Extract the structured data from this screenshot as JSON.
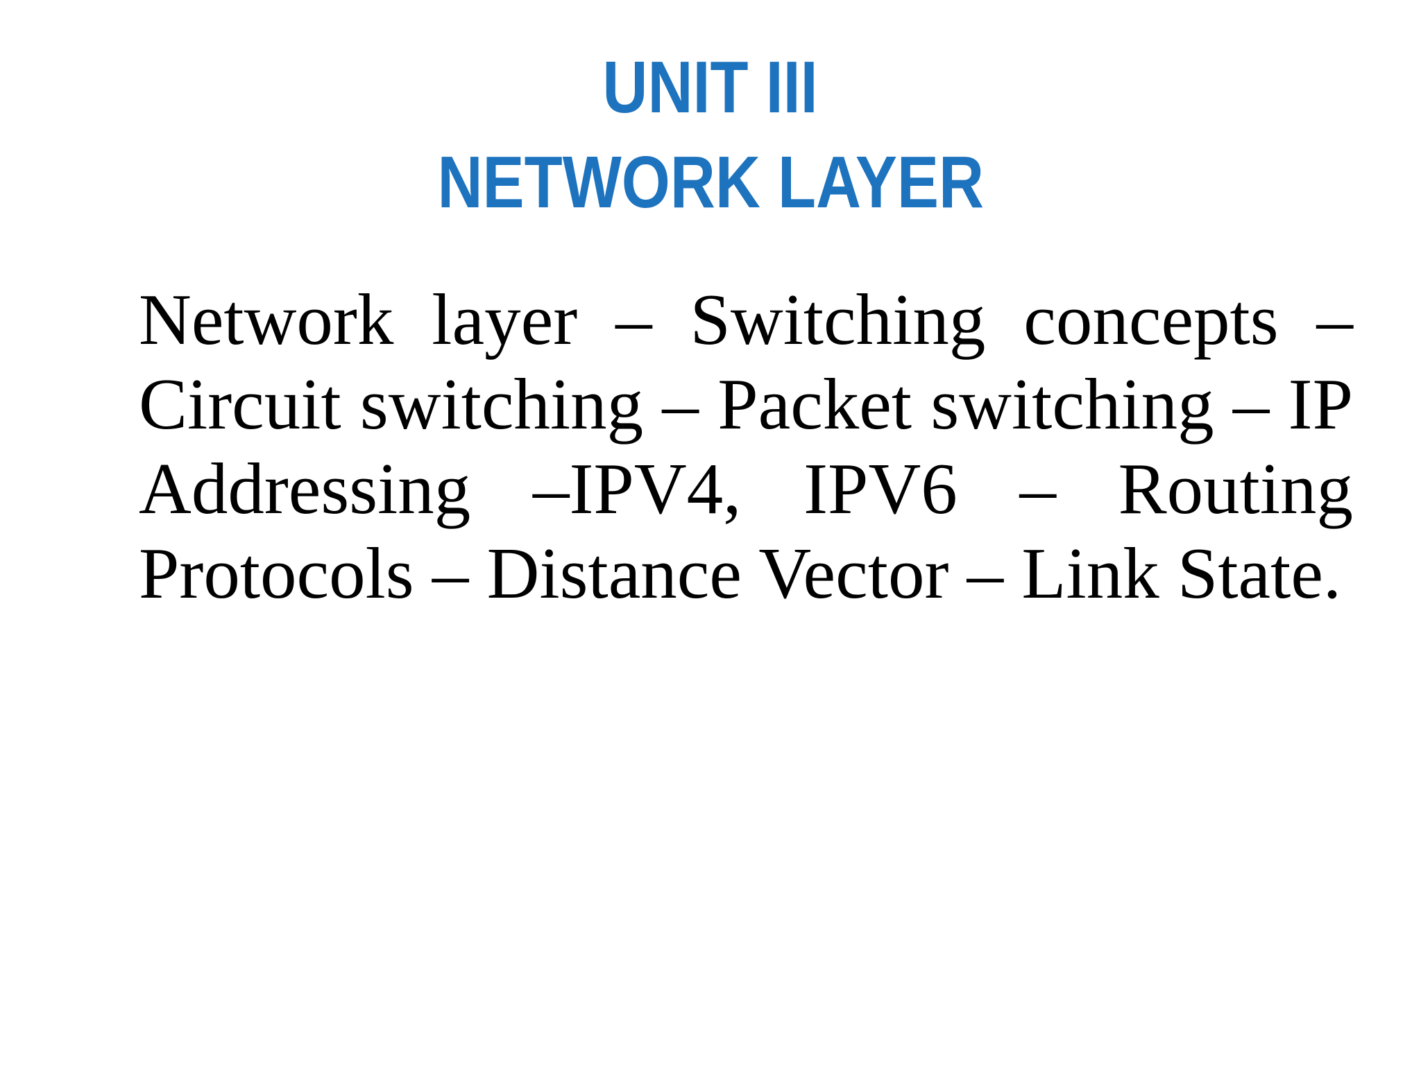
{
  "slide": {
    "title": {
      "line1": "UNIT III",
      "line2": "NETWORK LAYER",
      "color": "#1E73BE"
    },
    "body": {
      "lines": [
        "Network layer – Switching concepts –",
        "Circuit switching – Packet switching – IP",
        "Addressing –IPV4, IPV6 – Routing",
        "Protocols – Distance Vector – Link State."
      ],
      "color": "#000000"
    }
  }
}
